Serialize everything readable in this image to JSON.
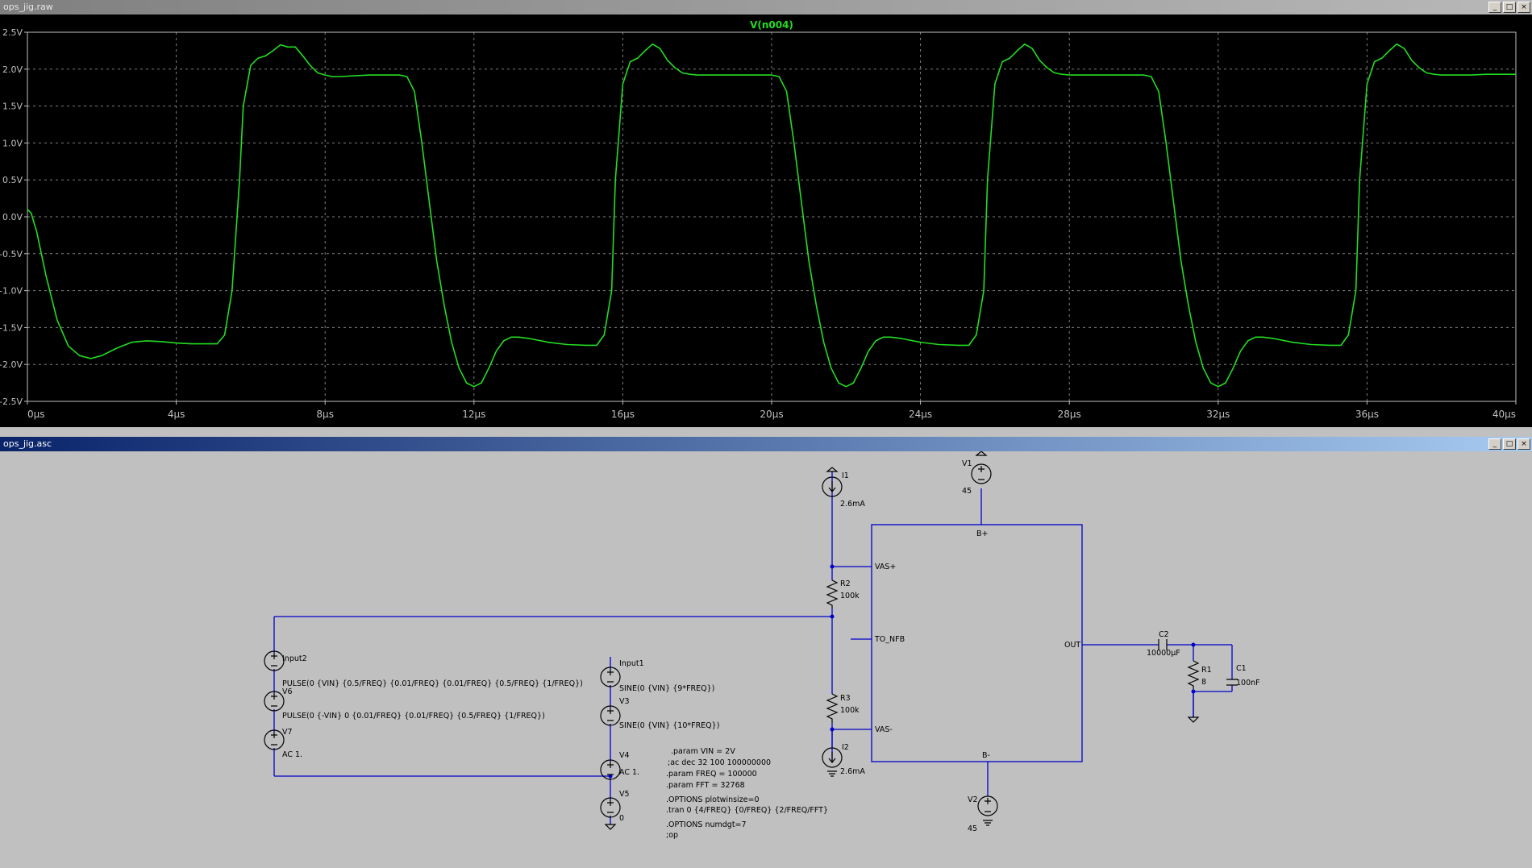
{
  "waveform_window": {
    "title": "ops_jig.raw",
    "buttons": [
      "_",
      "□",
      "×"
    ]
  },
  "schematic_window": {
    "title": "ops_jig.asc",
    "buttons": [
      "_",
      "□",
      "×"
    ]
  },
  "colors": {
    "trace": "#22dd22",
    "plot_bg": "#000000",
    "grid": "#808080",
    "wire": "#0000c8",
    "schematic_bg": "#c0c0c0"
  },
  "chart_data": {
    "type": "line",
    "title": "V(n004)",
    "xlabel": "",
    "ylabel": "",
    "x_ticks": [
      "0µs",
      "4µs",
      "8µs",
      "12µs",
      "16µs",
      "20µs",
      "24µs",
      "28µs",
      "32µs",
      "36µs",
      "40µs"
    ],
    "y_ticks": [
      "2.5V",
      "2.0V",
      "1.5V",
      "1.0V",
      "0.5V",
      "0.0V",
      "-0.5V",
      "-1.0V",
      "-1.5V",
      "-2.0V",
      "-2.5V"
    ],
    "xlim": [
      0,
      40
    ],
    "ylim": [
      -2.5,
      2.5
    ],
    "x_unit": "µs",
    "y_unit": "V",
    "grid": true,
    "series": [
      {
        "name": "V(n004)",
        "x": [
          0,
          0.1,
          0.25,
          0.5,
          0.8,
          1.1,
          1.4,
          1.7,
          2.0,
          2.4,
          2.8,
          3.2,
          3.6,
          4.0,
          4.4,
          4.8,
          5.1,
          5.3,
          5.5,
          5.7,
          5.8,
          6.0,
          6.2,
          6.4,
          6.6,
          6.8,
          7.0,
          7.2,
          7.4,
          7.6,
          7.8,
          8.0,
          8.2,
          8.4,
          8.8,
          9.2,
          9.6,
          10.0,
          10.2,
          10.4,
          10.6,
          10.8,
          11.0,
          11.2,
          11.4,
          11.6,
          11.8,
          12.0,
          12.2,
          12.4,
          12.6,
          12.8,
          13.0,
          13.2,
          13.5,
          14.0,
          14.5,
          15.0,
          15.3,
          15.5,
          15.7,
          15.8,
          16.0,
          16.2,
          16.4,
          16.6,
          16.8,
          17.0,
          17.2,
          17.4,
          17.6,
          17.8,
          18.0,
          18.4,
          18.8,
          19.2,
          19.6,
          20.0,
          20.2,
          20.4,
          20.6,
          20.8,
          21.0,
          21.2,
          21.4,
          21.6,
          21.8,
          22.0,
          22.2,
          22.4,
          22.6,
          22.8,
          23.0,
          23.2,
          23.5,
          24.0,
          24.5,
          25.0,
          25.3,
          25.5,
          25.7,
          25.8,
          26.0,
          26.2,
          26.4,
          26.6,
          26.8,
          27.0,
          27.2,
          27.4,
          27.6,
          27.8,
          28.0,
          28.4,
          28.8,
          29.2,
          29.6,
          30.0,
          30.2,
          30.4,
          30.6,
          30.8,
          31.0,
          31.2,
          31.4,
          31.6,
          31.8,
          32.0,
          32.2,
          32.4,
          32.6,
          32.8,
          33.0,
          33.2,
          33.5,
          34.0,
          34.5,
          35.0,
          35.3,
          35.5,
          35.7,
          35.8,
          36.0,
          36.2,
          36.4,
          36.6,
          36.8,
          37.0,
          37.2,
          37.4,
          37.6,
          37.8,
          38.0,
          38.4,
          38.8,
          39.2,
          39.6,
          40.0
        ],
        "y": [
          0.1,
          0.05,
          -0.2,
          -0.8,
          -1.4,
          -1.75,
          -1.88,
          -1.92,
          -1.88,
          -1.78,
          -1.7,
          -1.68,
          -1.69,
          -1.71,
          -1.72,
          -1.72,
          -1.72,
          -1.6,
          -1.0,
          0.5,
          1.5,
          2.05,
          2.15,
          2.18,
          2.25,
          2.33,
          2.3,
          2.3,
          2.18,
          2.05,
          1.95,
          1.92,
          1.9,
          1.9,
          1.91,
          1.92,
          1.92,
          1.92,
          1.9,
          1.7,
          1.0,
          0.2,
          -0.6,
          -1.2,
          -1.7,
          -2.05,
          -2.25,
          -2.3,
          -2.25,
          -2.05,
          -1.82,
          -1.68,
          -1.63,
          -1.63,
          -1.65,
          -1.7,
          -1.73,
          -1.74,
          -1.74,
          -1.6,
          -1.0,
          0.5,
          1.8,
          2.1,
          2.15,
          2.25,
          2.34,
          2.28,
          2.12,
          2.02,
          1.95,
          1.93,
          1.92,
          1.92,
          1.92,
          1.92,
          1.92,
          1.92,
          1.9,
          1.7,
          1.0,
          0.2,
          -0.6,
          -1.2,
          -1.7,
          -2.05,
          -2.25,
          -2.3,
          -2.25,
          -2.05,
          -1.82,
          -1.68,
          -1.63,
          -1.63,
          -1.65,
          -1.7,
          -1.73,
          -1.74,
          -1.74,
          -1.6,
          -1.0,
          0.5,
          1.8,
          2.1,
          2.15,
          2.25,
          2.34,
          2.28,
          2.12,
          2.02,
          1.95,
          1.93,
          1.92,
          1.92,
          1.92,
          1.92,
          1.92,
          1.92,
          1.9,
          1.7,
          1.0,
          0.2,
          -0.6,
          -1.2,
          -1.7,
          -2.05,
          -2.25,
          -2.3,
          -2.25,
          -2.05,
          -1.82,
          -1.68,
          -1.63,
          -1.63,
          -1.65,
          -1.7,
          -1.73,
          -1.74,
          -1.74,
          -1.6,
          -1.0,
          0.5,
          1.8,
          2.1,
          2.15,
          2.25,
          2.34,
          2.28,
          2.12,
          2.02,
          1.95,
          1.93,
          1.92,
          1.92,
          1.92,
          1.93,
          1.93,
          1.93
        ]
      }
    ]
  },
  "schematic": {
    "v1": {
      "name": "V1",
      "value": "45"
    },
    "v2": {
      "name": "V2",
      "value": "45"
    },
    "i1": {
      "name": "I1",
      "value": "2.6mA"
    },
    "i2": {
      "name": "I2",
      "value": "2.6mA"
    },
    "r1": {
      "name": "R1",
      "value": "8"
    },
    "r2": {
      "name": "R2",
      "value": "100k"
    },
    "r3": {
      "name": "R3",
      "value": "100k"
    },
    "c1": {
      "name": "C1",
      "value": "100nF"
    },
    "c2": {
      "name": "C2",
      "value": "10000µF"
    },
    "block_pins": {
      "bplus": "B+",
      "bminus": "B-",
      "vasplus": "VAS+",
      "vasminus": "VAS-",
      "tonfb": "TO_NFB",
      "out": "OUT"
    },
    "input2": {
      "label": "Input2",
      "value": "PULSE(0 {VIN} {0.5/FREQ} {0.01/FREQ} {0.01/FREQ} {0.5/FREQ} {1/FREQ})"
    },
    "v6": {
      "name": "V6",
      "value": "PULSE(0 {-VIN} 0 {0.01/FREQ} {0.01/FREQ} {0.5/FREQ} {1/FREQ})"
    },
    "v7": {
      "name": "V7",
      "value": "AC 1."
    },
    "input1": {
      "label": "Input1",
      "value": "SINE(0 {VIN} {9*FREQ})"
    },
    "v3": {
      "name": "V3",
      "value": "SINE(0 {VIN} {10*FREQ})"
    },
    "v4": {
      "name": "V4",
      "value": "AC 1."
    },
    "v5": {
      "name": "V5",
      "value": "0"
    },
    "directives": [
      ".param VIN = 2V",
      ";ac dec 32 100 100000000",
      ".param FREQ = 100000",
      ".param FFT = 32768",
      ".OPTIONS plotwinsize=0",
      ".tran 0 {4/FREQ} {0/FREQ} {2/FREQ/FFT}",
      ".OPTIONS numdgt=7",
      ";op"
    ]
  }
}
